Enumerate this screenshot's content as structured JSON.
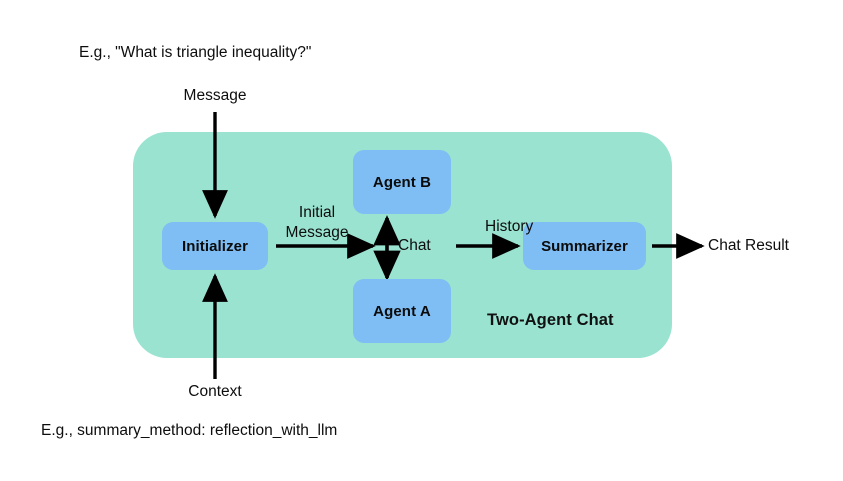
{
  "diagram": {
    "title": "Two-Agent Chat",
    "colors": {
      "panel_green": "#99e3d0",
      "node_blue": "#7fbef4",
      "arrow_black": "#000000",
      "text_black": "#0d0d0d",
      "background": "#ffffff"
    },
    "panel": {
      "label": "Two-Agent Chat"
    },
    "nodes": [
      {
        "id": "initializer",
        "label": "Initializer"
      },
      {
        "id": "agent-b",
        "label": "Agent B"
      },
      {
        "id": "agent-a",
        "label": "Agent A"
      },
      {
        "id": "summarizer",
        "label": "Summarizer"
      }
    ],
    "annotations": {
      "example_top": "E.g., \"What is triangle inequality?\"",
      "message": "Message",
      "context": "Context",
      "example_bottom": "E.g., summary_method: reflection_with_llm",
      "chat_result": "Chat Result"
    },
    "edges": [
      {
        "id": "message-to-initializer",
        "label": "Message",
        "from": "Message",
        "to": "Initializer",
        "direction": "down",
        "arrowheads": 1
      },
      {
        "id": "context-to-initializer",
        "label": "Context",
        "from": "Context",
        "to": "Initializer",
        "direction": "up",
        "arrowheads": 1
      },
      {
        "id": "initializer-to-agents",
        "label": "Initial Message",
        "from": "Initializer",
        "to": "Agents",
        "direction": "right",
        "arrowheads": 1
      },
      {
        "id": "agent-b-agent-a",
        "label": "Chat",
        "from": "Agent B",
        "to": "Agent A",
        "direction": "vertical-both",
        "arrowheads": 2
      },
      {
        "id": "agents-to-summarizer",
        "label": "History",
        "from": "Agents",
        "to": "Summarizer",
        "direction": "right",
        "arrowheads": 1
      },
      {
        "id": "summarizer-to-chat-result",
        "label": "Chat Result",
        "from": "Summarizer",
        "to": "Chat Result",
        "direction": "right",
        "arrowheads": 1
      }
    ],
    "edge_labels": {
      "initial_message_line1": "Initial",
      "initial_message_line2": "Message",
      "chat": "Chat",
      "history": "History"
    }
  }
}
